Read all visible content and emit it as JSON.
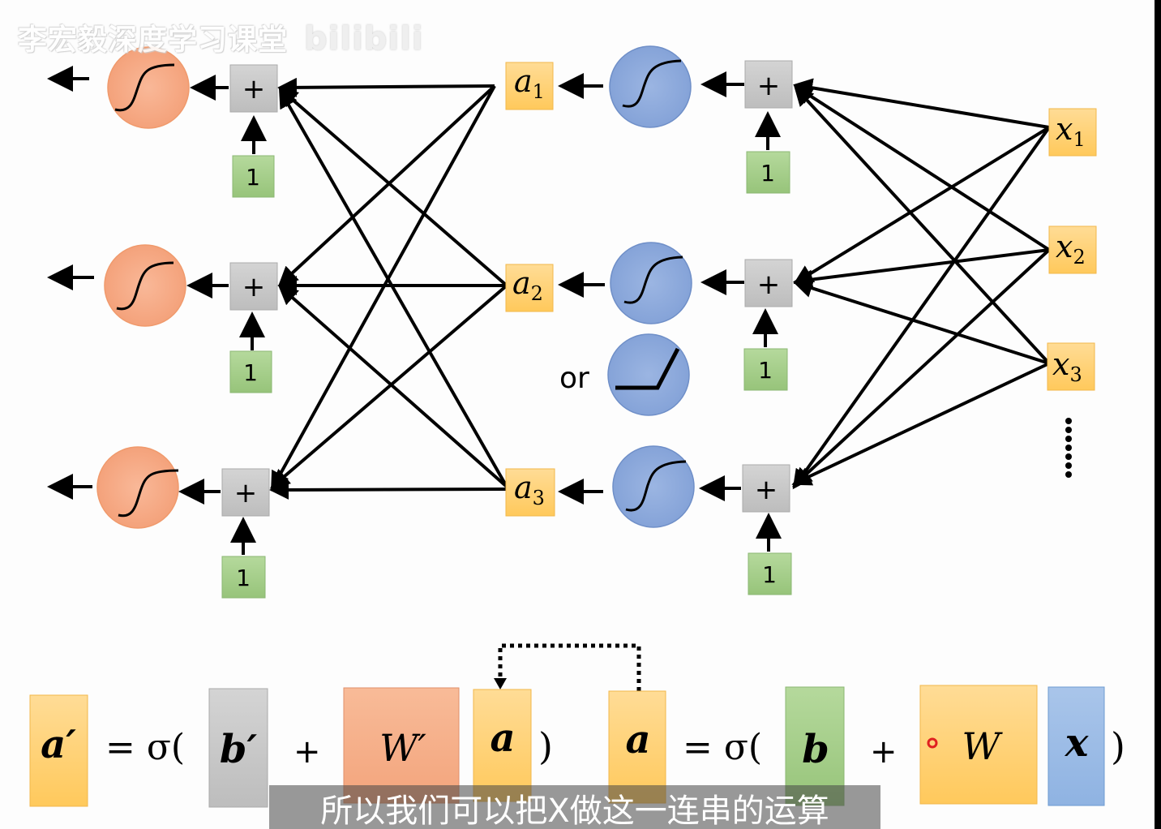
{
  "watermark": {
    "channel": "李宏毅深度学习课堂",
    "logo": "bilibili"
  },
  "colors": {
    "output_neuron": "#f5ab87",
    "hidden_neuron": "#8ea9db",
    "sum_box": "#c9c9c9",
    "bias_box": "#a9d18e",
    "value_box": "#ffd17a",
    "weight_box": "#f4b183",
    "input_vec": "#9dc3e6"
  },
  "output_layer": {
    "nodes": [
      {
        "activation": "sigmoid",
        "bias": "1",
        "sum": "+"
      },
      {
        "activation": "sigmoid",
        "bias": "1",
        "sum": "+"
      },
      {
        "activation": "sigmoid",
        "bias": "1",
        "sum": "+"
      }
    ]
  },
  "hidden_layer": {
    "outputs": [
      {
        "name": "a",
        "sub": "1"
      },
      {
        "name": "a",
        "sub": "2"
      },
      {
        "name": "a",
        "sub": "3"
      }
    ],
    "nodes": [
      {
        "activation": "sigmoid",
        "bias": "1",
        "sum": "+"
      },
      {
        "activation": "sigmoid",
        "bias": "1",
        "sum": "+"
      },
      {
        "activation": "sigmoid",
        "bias": "1",
        "sum": "+"
      }
    ],
    "alternative_label": "or",
    "alternative_activation": "relu"
  },
  "inputs": {
    "items": [
      {
        "name": "x",
        "sub": "1"
      },
      {
        "name": "x",
        "sub": "2"
      },
      {
        "name": "x",
        "sub": "3"
      }
    ],
    "ellipsis": "⋮"
  },
  "equations": {
    "left": {
      "lhs": "a′",
      "eq": "= σ(",
      "bias": "b′",
      "plus": "+",
      "weight": "W′",
      "vec": "a",
      "close": ")"
    },
    "right": {
      "lhs": "a",
      "eq": "= σ(",
      "bias": "b",
      "plus": "+",
      "weight": "W",
      "vec": "x",
      "close": ")"
    }
  },
  "subtitle": "所以我们可以把X做这一连串的运算"
}
